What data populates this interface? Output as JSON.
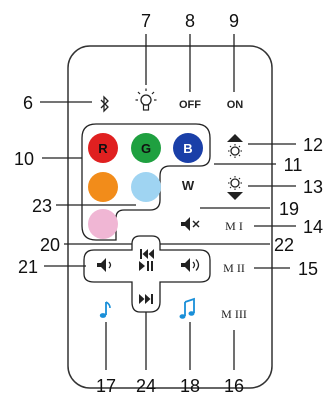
{
  "callouts": {
    "c6": "6",
    "c7": "7",
    "c8": "8",
    "c9": "9",
    "c10": "10",
    "c11": "11",
    "c12": "12",
    "c13": "13",
    "c14": "14",
    "c15": "15",
    "c16": "16",
    "c17": "17",
    "c18": "18",
    "c19": "19",
    "c20": "20",
    "c21": "21",
    "c22": "22",
    "c23": "23",
    "c24": "24"
  },
  "buttons": {
    "off": "OFF",
    "on": "ON",
    "red": "R",
    "green": "G",
    "blue": "B",
    "white": "W",
    "mode1": "M I",
    "mode2": "M II",
    "mode3": "M III"
  },
  "colors": {
    "red": "#e02020",
    "green": "#1fa040",
    "blue": "#1a3fa8",
    "orange": "#f28c1a",
    "light_blue": "#9fd4f2",
    "pink": "#f0b6d4",
    "music_note": "#1a8fd8"
  },
  "icons": {
    "bluetooth": "bluetooth-icon",
    "bulb": "bulb-icon",
    "brightness_up": "brightness-up-icon",
    "brightness_down": "brightness-down-icon",
    "mute": "mute-icon",
    "previous": "previous-track-icon",
    "next": "next-track-icon",
    "play_pause": "play-pause-icon",
    "volume_down": "volume-down-icon",
    "volume_up": "volume-up-icon",
    "music1": "music-note-icon",
    "music2": "music-notes-icon"
  }
}
